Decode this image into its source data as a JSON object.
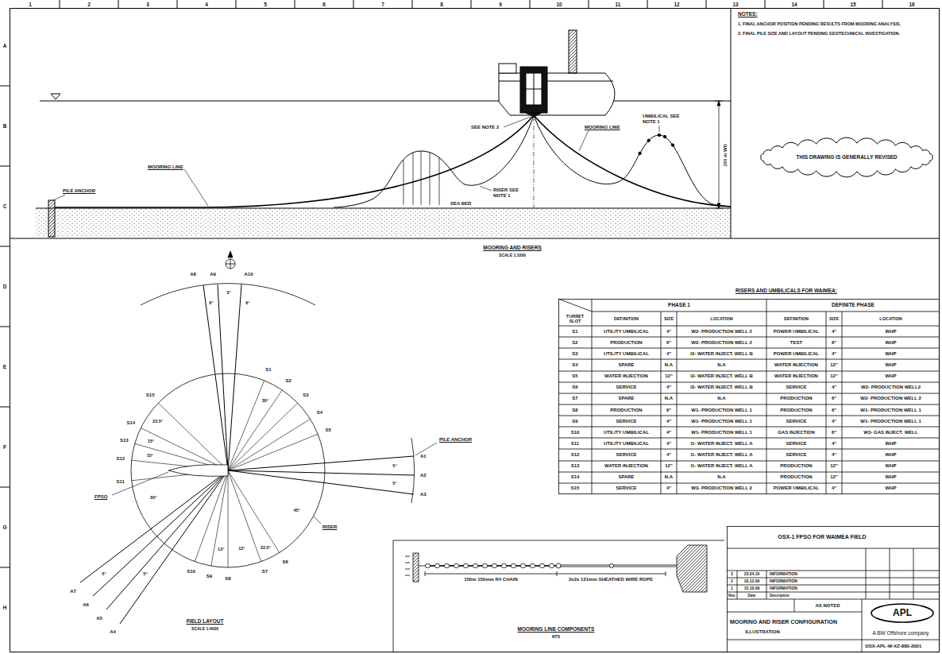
{
  "diagram": {
    "nodes": [
      {
        "text": [
          "THIS DRAWING IS GENERALLY REVISED"
        ]
      },
      {
        "text": [
          "APL"
        ]
      }
    ],
    "labels": [
      "1",
      "2",
      "3",
      "4",
      "5",
      "6",
      "7",
      "8",
      "9",
      "10",
      "11",
      "12",
      "13",
      "14",
      "15",
      "16",
      "A",
      "B",
      "C",
      "D",
      "E",
      "F",
      "G",
      "H",
      "MOORING LINE",
      "PILE ANCHOR",
      "SEE NOTE 2",
      "MOORING LINE",
      "UMBILICAL SEE NOTE 1",
      "RISER SEE NOTE 1",
      "SEA BED",
      "100 m WD",
      "MOORING AND RISERS",
      "SCALE 1:1000",
      "NOTES:",
      "1. FINAL ANCHOR POSITION PENDING RESULTS FROM MOORING ANALYSIS.",
      "2. FINAL PILE SIZE AND LAYOUT PENDING GEOTECHNICAL INVESTIGATION.",
      "A8",
      "A9",
      "A10",
      "3°",
      "6°",
      "6°",
      "PILE ANCHOR",
      "A1",
      "A2",
      "A3",
      "5°",
      "5°",
      "A7",
      "A6",
      "A5",
      "A4",
      "5°",
      "5°",
      "FPSO",
      "RISER",
      "FIELD LAYOUT",
      "SCALE 1:4000",
      "S1",
      "S2",
      "S3",
      "S4",
      "S5",
      "S6",
      "S7",
      "S8",
      "S9",
      "S10",
      "S11",
      "S12",
      "S13",
      "S14",
      "S15",
      "30°",
      "22.5°",
      "15°",
      "15°",
      "30°",
      "22.5°",
      "12°",
      "12°",
      "45°",
      "RISERS AND UMBILICALS FOR WAIMEA:",
      "PHASE 1",
      "DEFINITE PHASE",
      "TURRET SLOT",
      "DEFINITION",
      "SIZE",
      "LOCATION",
      "DEFINITION",
      "SIZE",
      "LOCATION",
      "S1",
      "UTILITY UMBILICAL",
      "4\"",
      "W2- PRODUCTION WELL 2",
      "POWER UMBILICAL",
      "4\"",
      "WHP",
      "S2",
      "PRODUCTION",
      "6\"",
      "W2- PRODUCTION WELL 2",
      "TEST",
      "6\"",
      "WHP",
      "S3",
      "UTILITY UMBILICAL",
      "4\"",
      "I2- WATER INJECT. WELL B",
      "POWER UMBILICAL",
      "4\"",
      "WHP",
      "S4",
      "SPARE",
      "N.A",
      "N.A",
      "WATER INJECTION",
      "12\"",
      "WHP",
      "S5",
      "WATER INJECTION",
      "12\"",
      "I2- WATER INJECT. WELL B",
      "WATER INJECTION",
      "12\"",
      "WHP",
      "S6",
      "SERVICE",
      "4\"",
      "I2- WATER INJECT. WELL B",
      "SERVICE",
      "4\"",
      "W2- PRODUCTION WELL2",
      "S7",
      "SPARE",
      "N.A",
      "N.A",
      "PRODUCTION",
      "6\"",
      "W2- PRODUCTION WELL 2",
      "S8",
      "PRODUCTION",
      "6\"",
      "W1- PRODUCTION WELL 1",
      "PRODUCTION",
      "6\"",
      "W1- PRODUCTION WELL 1",
      "S9",
      "SERVICE",
      "4\"",
      "W1- PRODUCTION WELL 1",
      "SERVICE",
      "4\"",
      "W1- PRODUCTION WELL 1",
      "S10",
      "UTILITY UMBILICAL",
      "4\"",
      "W1- PRODUCTION WELL 1",
      "GAS INJECTION",
      "6\"",
      "W3- GAS INJECT. WELL",
      "S11",
      "UTILITY UMBILICAL",
      "4\"",
      "I1- WATER INJECT. WELL A",
      "SERVICE",
      "4\"",
      "WHP",
      "S12",
      "SERVICE",
      "4\"",
      "I1- WATER INJECT. WELL A",
      "SERVICE",
      "4\"",
      "WHP",
      "S13",
      "WATER INJECTION",
      "12\"",
      "I1- WATER INJECT. WELL A",
      "PRODUCTION",
      "12\"",
      "WHP",
      "S14",
      "SPARE",
      "N.A",
      "N.A",
      "PRODUCTION",
      "12\"",
      "WHP",
      "S15",
      "SERVICE",
      "4\"",
      "W3- PRODUCTION WELL 2",
      "POWER UMBILICAL",
      "4\"",
      "WHP",
      "150m 150mm R4 CHAIN",
      "2x2x 121mm SHEATHED WIRE ROPE",
      "MOORING LINE COMPONENTS",
      "NTS",
      "OSX-1 FPSO FOR WAIMEA FIELD",
      "3",
      "23.04.10",
      "INFORMATION",
      "2",
      "10.12.09",
      "INFORMATION",
      "1",
      "15.10.09",
      "INFORMATION",
      "Rev.",
      "Date",
      "Description",
      "AS NOTED",
      "MOORING AND RISER CONFIGURATION",
      "ILLUSTRATION",
      "A BW Offshore company",
      "OSX-APL-W-XZ-880-2001"
    ]
  }
}
